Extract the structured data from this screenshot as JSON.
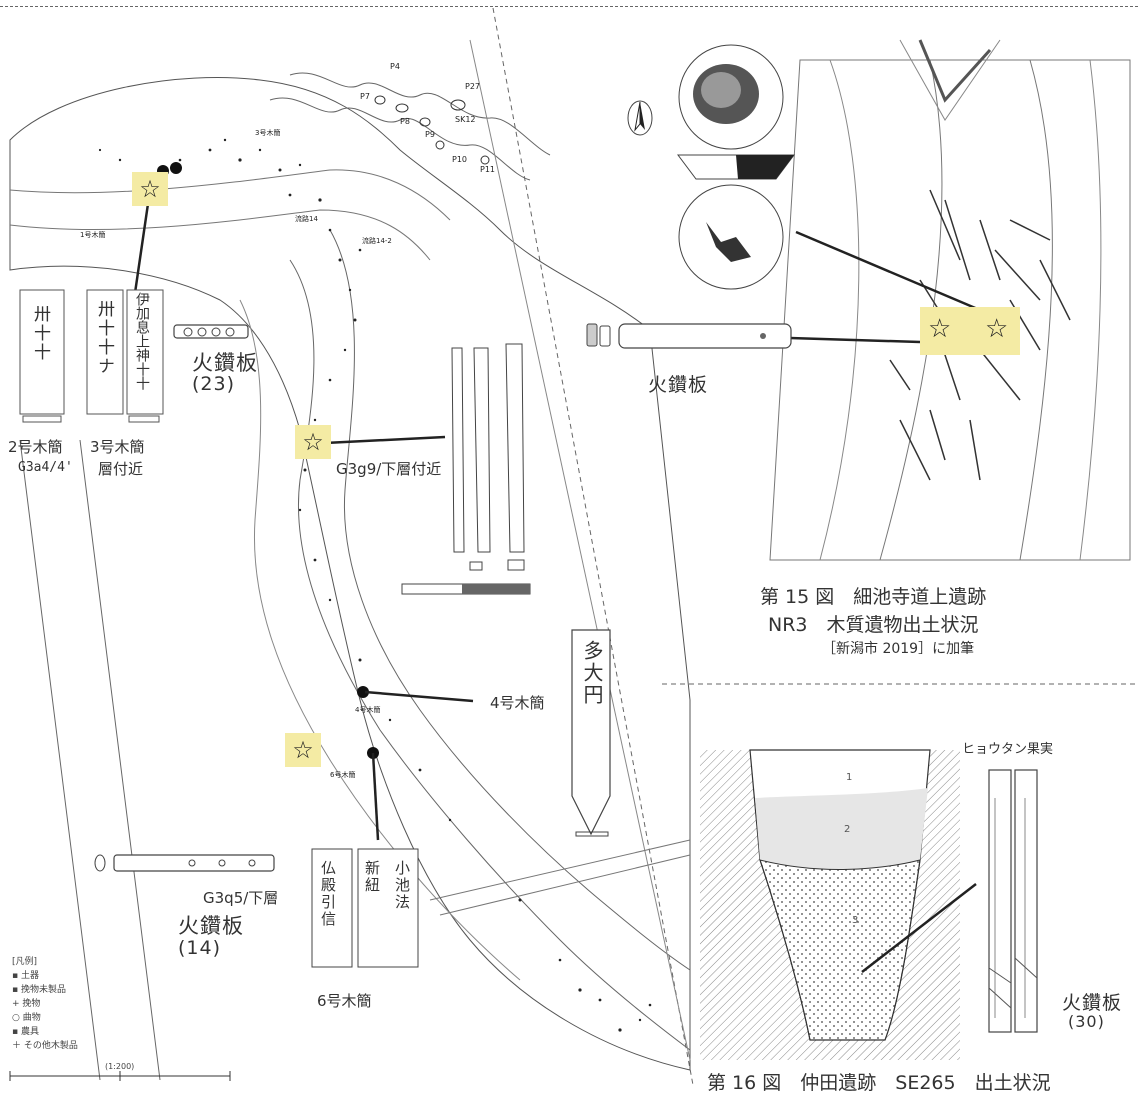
{
  "left_map": {
    "mokkan_labels": {
      "m2": "2号木簡",
      "m3": "3号木簡",
      "m4": "4号木簡",
      "m6": "6号木簡"
    },
    "location_labels": {
      "g3a4": "G3a4/4'",
      "layer_near": "層付近",
      "g3g9": "G3g9/下層付近",
      "g3q5": "G3q5/下層"
    },
    "hikiri_23": {
      "title": "火鑽板",
      "number": "(23)"
    },
    "hikiri_14": {
      "title": "火鑽板",
      "number": "(14)"
    },
    "legend": {
      "title": "[凡例]",
      "items": [
        "土器",
        "挽物未製品",
        "挽物",
        "曲物",
        "農具",
        "その他木製品"
      ]
    },
    "scale": "(1:200)",
    "map_tiny_labels": [
      "3号木簡",
      "1号木簡",
      "流路14",
      "流路14-2",
      "4号木簡",
      "6号木簡",
      "P4",
      "P7",
      "P8",
      "P9",
      "P10",
      "P11",
      "P27",
      "SK12"
    ],
    "mokkan_text": {
      "m2": "卅十十",
      "m3": "卅十十ナ",
      "m3b": "伊加息上神十十",
      "m4": "多大円",
      "m6a": "仏殿引信",
      "m6b": "新紐",
      "m6c": "小池法"
    }
  },
  "top_right": {
    "hikiri_label": "火鑽板",
    "caption_line1": "第 15 図　細池寺道上遺跡",
    "caption_line2": "NR3　木質遺物出土状況",
    "caption_line3": "［新潟市 2019］に加筆"
  },
  "bottom_right": {
    "gourd_label": "ヒョウタン果実",
    "hikiri_title": "火鑽板",
    "hikiri_number": "(30)",
    "layer_labels": [
      "1",
      "2",
      "3"
    ],
    "caption": "第 16 図　仲田遺跡　SE265　出土状況"
  },
  "colors": {
    "highlight": "#f4eba4",
    "line": "#222222",
    "dash": "#666666"
  }
}
